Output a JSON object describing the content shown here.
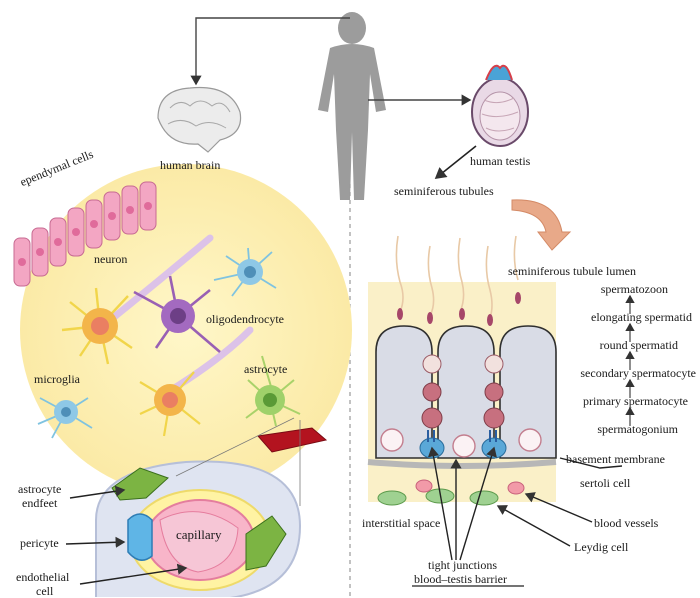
{
  "top": {
    "brain_label": "human brain",
    "testis_label": "human testis"
  },
  "brain": {
    "ependymal": "ependymal cells",
    "neuron": "neuron",
    "oligodendrocyte": "oligodendrocyte",
    "microglia": "microglia",
    "astrocyte": "astrocyte",
    "endfeet": [
      "astrocyte",
      "endfeet"
    ],
    "pericyte": "pericyte",
    "capillary": "capillary",
    "endothelial": [
      "endothelial",
      "cell"
    ]
  },
  "testis": {
    "tubules": "seminiferous tubules",
    "lumen": "seminiferous tubule lumen",
    "stages": [
      "spermatozoon",
      "elongating spermatid",
      "round spermatid",
      "secondary spermatocyte",
      "primary spermatocyte",
      "spermatogonium"
    ],
    "basement": "basement membrane",
    "sertoli": "sertoli cell",
    "interstitial": "interstitial space",
    "vessels": "blood vessels",
    "leydig": "Leydig cell",
    "tight": [
      "tight junctions",
      "blood–testis barrier"
    ]
  }
}
